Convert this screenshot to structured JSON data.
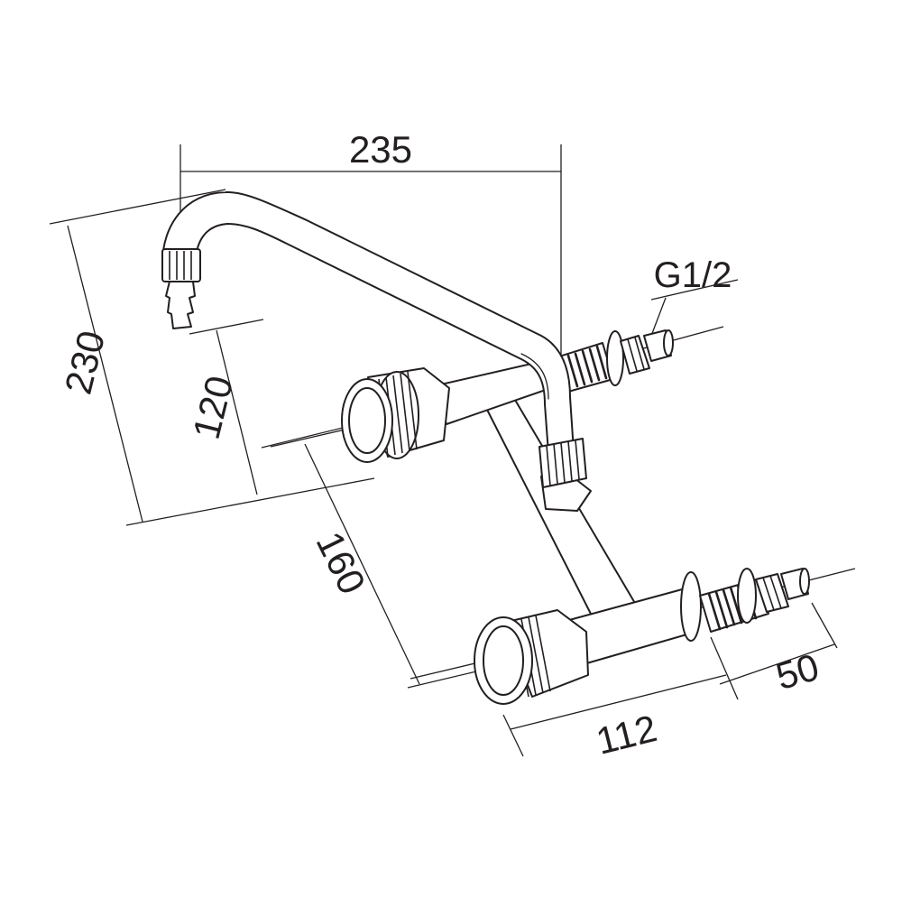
{
  "drawing": {
    "subject": "Wall-mounted laboratory faucet with swivel spout",
    "colors": {
      "line": "#231f20",
      "background": "#ffffff"
    },
    "dimensions": {
      "spout_reach": "235",
      "total_height": "230",
      "outlet_height": "120",
      "inlet_spacing": "160",
      "body_depth": "112",
      "thread_length": "50",
      "thread_size": "G1/2"
    }
  }
}
